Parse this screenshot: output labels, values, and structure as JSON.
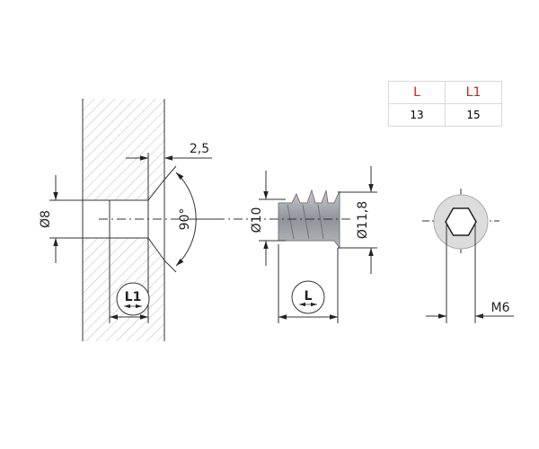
{
  "table": {
    "headers": [
      "L",
      "L1"
    ],
    "values": [
      "13",
      "15"
    ]
  },
  "dimensions": {
    "countersink_depth": "2,5",
    "hole_diameter": "Ø8",
    "countersink_angle": "90°",
    "inner_diameter": "Ø10",
    "outer_diameter": "Ø11,8",
    "length_label": "L",
    "hole_length_label": "L1",
    "thread": "M6"
  },
  "colors": {
    "header_text": "#e8141b",
    "line": "#333333",
    "insert_fill": "#9a9ea3"
  }
}
